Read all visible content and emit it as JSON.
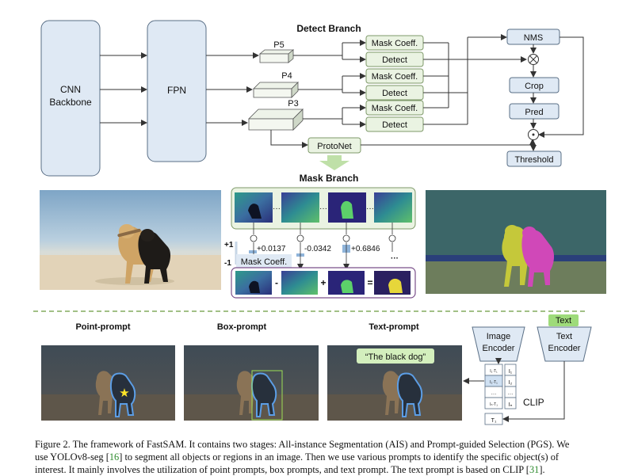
{
  "top": {
    "cnn_line1": "CNN",
    "cnn_line2": "Backbone",
    "fpn": "FPN",
    "detect_branch": "Detect Branch",
    "p5": "P5",
    "p4": "P4",
    "p3": "P3",
    "mask_coeff": "Mask Coeff.",
    "detect": "Detect",
    "protonet": "ProtoNet",
    "mask_branch": "Mask Branch",
    "nms": "NMS",
    "crop": "Crop",
    "pred": "Pred",
    "threshold": "Threshold",
    "times": "⊗",
    "dot": "⊙"
  },
  "mask_branch": {
    "ellipsis": "···",
    "coeffs": [
      "+0.0137",
      "-0.0342",
      "+0.6846"
    ],
    "axis_top": "+1",
    "axis_bottom": "-1",
    "coeff_label": "Mask Coeff.",
    "minus": "-",
    "plus": "+",
    "equals": "="
  },
  "bottom": {
    "point_prompt": "Point-prompt",
    "box_prompt": "Box-prompt",
    "text_prompt": "Text-prompt",
    "text_query": "“The black dog”",
    "image_encoder_1": "Image",
    "image_encoder_2": "Encoder",
    "text_tag": "Text",
    "text_encoder_1": "Text",
    "text_encoder_2": "Encoder",
    "clip": "CLIP",
    "matrix_rows": [
      [
        "I₁·T₁",
        "I₁"
      ],
      [
        "I₂·T₁",
        "I₂"
      ],
      [
        "…",
        "…"
      ],
      [
        "Iₙ·T₁",
        "Iₙ"
      ]
    ],
    "t1": "T₁"
  },
  "caption": {
    "line1": "Figure 2. The framework of FastSAM. It contains two stages: All-instance Segmentation (AIS) and Prompt-guided Selection (PGS). We",
    "line2a": "use YOLOv8-seg [",
    "ref16": "16",
    "line2b": "] to segment all objects or regions in an image.  Then we use various prompts to identify the specific object(s) of",
    "line3a": "interest. It mainly involves the utilization of point prompts, box prompts, and text prompt. The text prompt is based on CLIP [",
    "ref31": "31",
    "line3b": "]."
  },
  "colors": {
    "box_fill": "#dfe9f4",
    "box_stroke": "#5a6f86",
    "green_fill": "#eaf3e2",
    "green_stroke": "#7f9a6a",
    "dashed_line": "#6b9a3f",
    "ref": "#2e8b2e"
  }
}
